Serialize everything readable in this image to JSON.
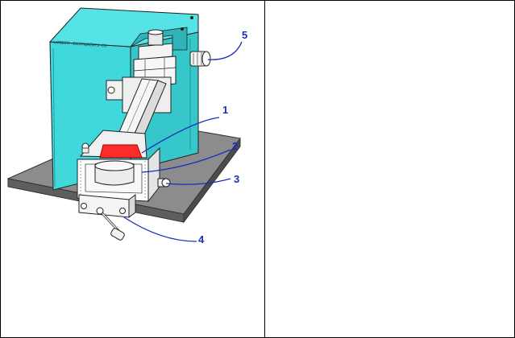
{
  "diagram": {
    "plate_text": "LAMBERT INSTRUMENTS CO",
    "callouts": [
      {
        "id": "1",
        "label": "1"
      },
      {
        "id": "2",
        "label": "2"
      },
      {
        "id": "3",
        "label": "3"
      },
      {
        "id": "4",
        "label": "4"
      },
      {
        "id": "5",
        "label": "5"
      }
    ]
  },
  "colors": {
    "housing": "#3fd9dc",
    "base": "#8a8a8a",
    "callout": "#1a2fb8",
    "highlight": "#ff2a2a"
  }
}
